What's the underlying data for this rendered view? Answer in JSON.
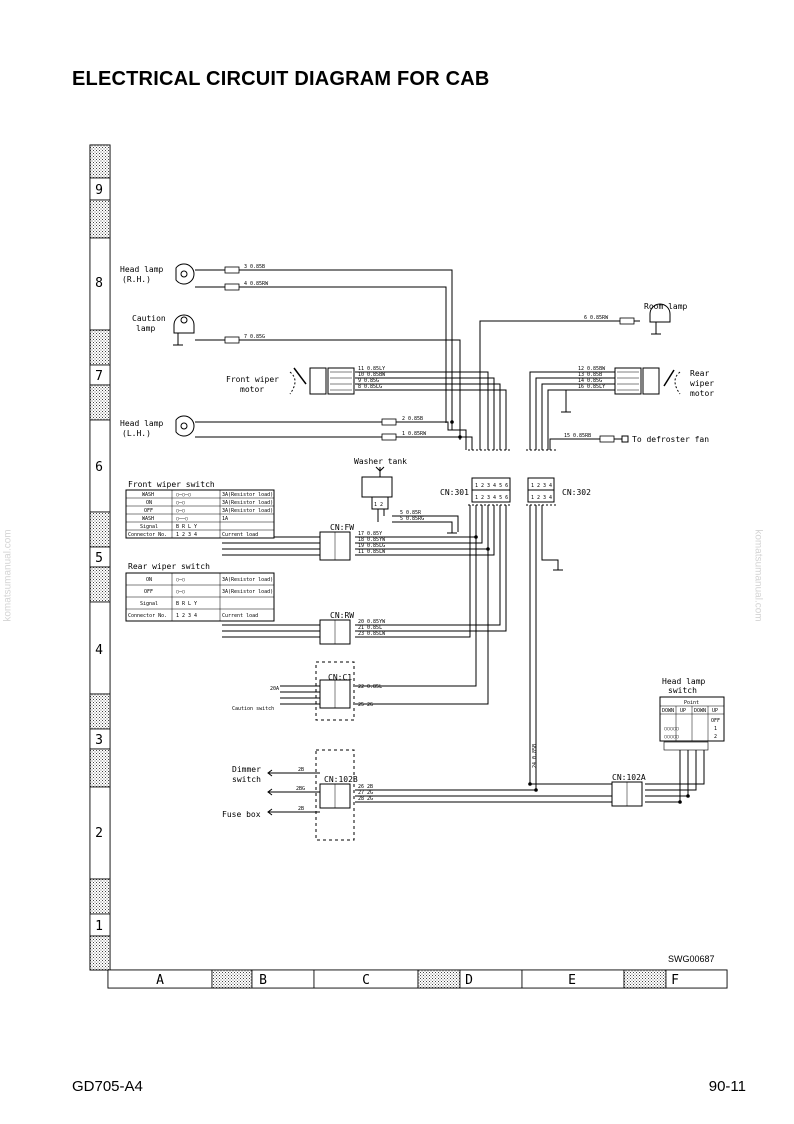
{
  "page": {
    "title": "ELECTRICAL CIRCUIT DIAGRAM FOR CAB",
    "model": "GD705-A4",
    "page_number": "90-11",
    "watermark": "komatsumanual.com",
    "drawing_id": "SWG00687"
  },
  "grid": {
    "rows": [
      "9",
      "8",
      "7",
      "6",
      "5",
      "4",
      "3",
      "2",
      "1"
    ],
    "cols": [
      "A",
      "B",
      "C",
      "D",
      "E",
      "F"
    ]
  },
  "components": {
    "head_lamp_rh": "Head lamp",
    "head_lamp_rh_side": "(R.H.)",
    "caution_lamp_1": "Caution",
    "caution_lamp_2": "lamp",
    "front_wiper_motor_1": "Front wiper",
    "front_wiper_motor_2": "motor",
    "head_lamp_lh": "Head lamp",
    "head_lamp_lh_side": "(L.H.)",
    "front_wiper_switch": "Front wiper switch",
    "washer_tank": "Washer tank",
    "rear_wiper_switch": "Rear wiper switch",
    "room_lamp": "Room lamp",
    "rear_wiper_motor_1": "Rear",
    "rear_wiper_motor_2": "wiper",
    "rear_wiper_motor_3": "motor",
    "defroster": "To defroster fan",
    "head_lamp_switch_1": "Head lamp",
    "head_lamp_switch_2": "switch",
    "dimmer_switch_1": "Dimmer",
    "dimmer_switch_2": "switch",
    "fuse_box": "Fuse box",
    "caution_switch": "Caution switch"
  },
  "connectors": {
    "cn301": "CN:301",
    "cn302": "CN:302",
    "cnfw": "CN:FW",
    "cnrw": "CN:RW",
    "cnc1": "CN:C1",
    "cn102b": "CN:102B",
    "cn102a": "CN:102A"
  },
  "wires": {
    "w3": "3 0.85B",
    "w4": "4 0.85RW",
    "w7": "7 0.85G",
    "w2": "2 0.85B",
    "w1": "1 0.85RW",
    "w6": "6 0.85RW",
    "w15": "15 0.85RB",
    "w11": "11 0.85LY",
    "w11b": "11 0.85LW",
    "w10": "10 0.85BW",
    "w9": "9 0.85G",
    "w8": "8 0.85LG",
    "w12": "12 0.85BW",
    "w13": "13 0.85B",
    "w14": "14 0.85G",
    "w16": "16 0.85LY",
    "w17": "17 0.85Y",
    "w18": "18 0.85YW",
    "w19": "19 0.85LG",
    "w20": "20 0.85YW",
    "w21": "21 0.85L",
    "w22": "22 0.85L",
    "w23": "23 0.85LW",
    "w25": "25 2G",
    "w26": "26 2B",
    "w27": "27 2G",
    "w28": "28 2G",
    "w5": "5 0.85R",
    "w5b": "5 0.85RG",
    "wv": "24 0.85B",
    "f20a": "20A",
    "f2b": "2B",
    "f2bg": "2BG",
    "f2bw": "2B"
  },
  "front_wiper_table": {
    "rows": [
      "WASH",
      "ON",
      "OFF",
      "WASH",
      "Signal",
      "Connector No."
    ],
    "notes": [
      "3A(Resistor load)",
      "3A(Resistor load)",
      "3A(Resistor load)",
      "1A",
      "Current load"
    ]
  },
  "rear_wiper_table": {
    "rows": [
      "ON",
      "OFF",
      "Signal",
      "Connector No."
    ],
    "notes": [
      "3A(Resistor load)",
      "3A(Resistor load)",
      "Current load"
    ]
  },
  "head_lamp_switch_table": {
    "header": "Point",
    "cols": [
      "DOWN",
      "UP",
      "DOWN",
      "UP"
    ],
    "rows": [
      "OFF",
      "1",
      "2"
    ]
  }
}
